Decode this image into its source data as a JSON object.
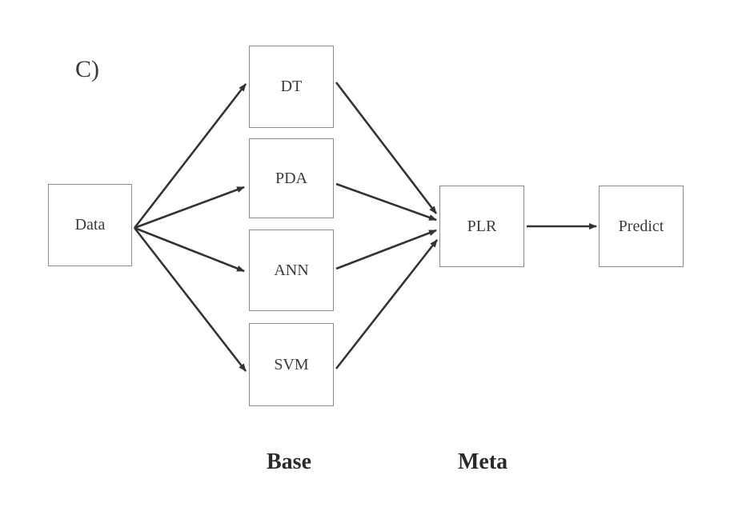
{
  "panel_label": "C)",
  "nodes": {
    "data": "Data",
    "dt": "DT",
    "pda": "PDA",
    "ann": "ANN",
    "svm": "SVM",
    "plr": "PLR",
    "predict": "Predict"
  },
  "groups": {
    "base": "Base",
    "meta": "Meta"
  },
  "edges": [
    [
      "data",
      "dt"
    ],
    [
      "data",
      "pda"
    ],
    [
      "data",
      "ann"
    ],
    [
      "data",
      "svm"
    ],
    [
      "dt",
      "plr"
    ],
    [
      "pda",
      "plr"
    ],
    [
      "ann",
      "plr"
    ],
    [
      "svm",
      "plr"
    ],
    [
      "plr",
      "predict"
    ]
  ],
  "colors": {
    "arrow": "#333333",
    "box_border": "#8a8a8a",
    "text": "#3a3a3a"
  }
}
